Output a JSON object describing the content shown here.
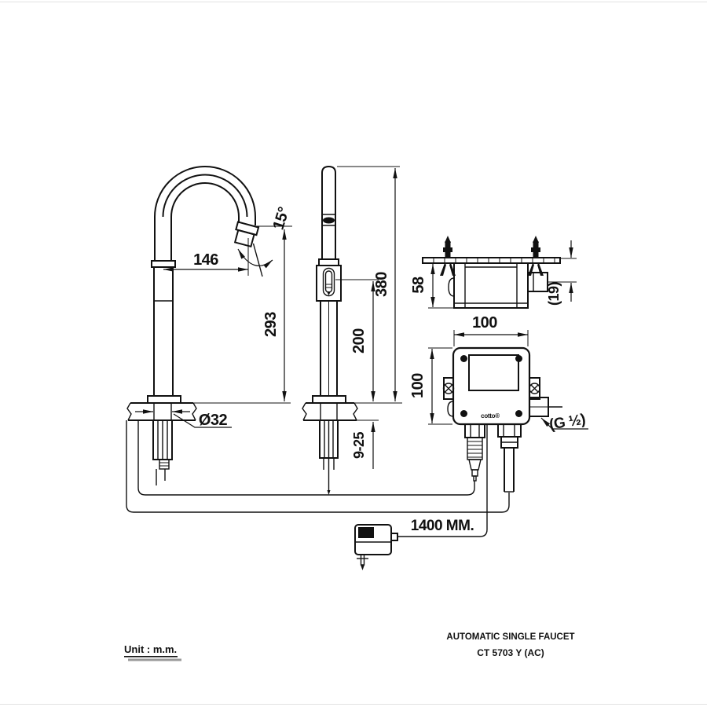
{
  "page": {
    "bg": "#ffffff",
    "ink": "#111111"
  },
  "side_view": {
    "spout_reach": "146",
    "spout_height": "293",
    "spout_angle": "15°",
    "hole_diameter": "Ø32"
  },
  "front_view": {
    "overall_height": "380",
    "sensor_height": "200",
    "deck_thickness_range": "9-25"
  },
  "control_box": {
    "top_depth": "58",
    "side_offset": "(19)",
    "width": "100",
    "height": "100",
    "outlet_thread": "(G ½)",
    "brand": "cotto®"
  },
  "power": {
    "cable_length": "1400 MM."
  },
  "footer": {
    "unit_note": "Unit : m.m.",
    "product_title": "AUTOMATIC SINGLE FAUCET",
    "product_code": "CT 5703 Y (AC)"
  }
}
